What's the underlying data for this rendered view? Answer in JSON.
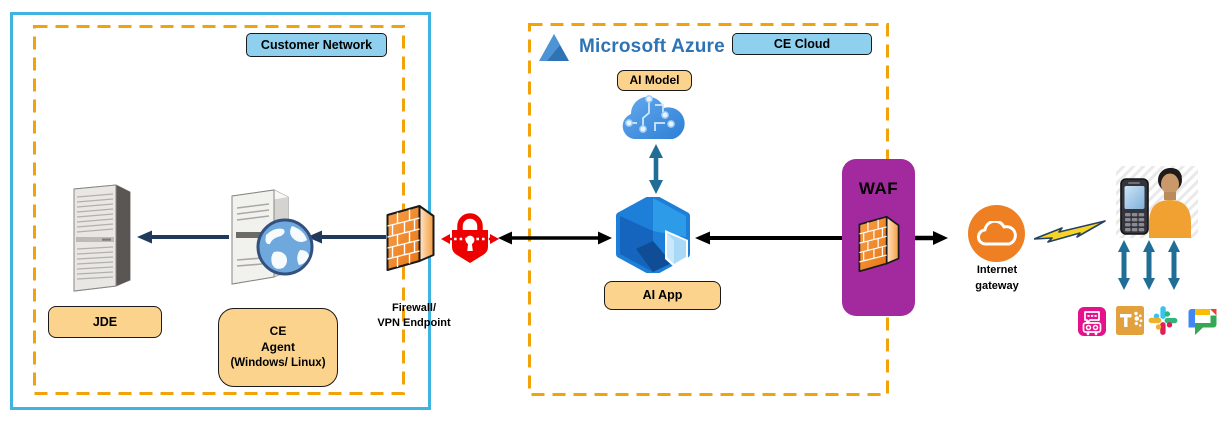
{
  "groups": {
    "customer_network": {
      "label": "Customer Network",
      "border_color": "#3FB4E0",
      "dash_color": "#F2A30A"
    },
    "ce_cloud": {
      "label": "CE Cloud",
      "dash_color": "#F2A30A"
    }
  },
  "nodes": {
    "jde": {
      "label": "JDE"
    },
    "ce_agent": {
      "lines": [
        "CE",
        "Agent",
        "(Windows/ Linux)"
      ]
    },
    "firewall": {
      "lines": [
        "Firewall/",
        "VPN Endpoint"
      ]
    },
    "azure": {
      "label": "Microsoft Azure"
    },
    "ai_model": {
      "label": "AI Model"
    },
    "ai_app": {
      "label": "AI App"
    },
    "waf": {
      "label": "WAF"
    },
    "internet_gateway": {
      "lines": [
        "Internet",
        "gateway"
      ]
    }
  },
  "icons": [
    {
      "name": "jde-server-icon",
      "shape": "gray-server-tower"
    },
    {
      "name": "ce-agent-server-icon",
      "shape": "server-tower-with-globe"
    },
    {
      "name": "firewall-icon",
      "shape": "orange-brick-wall-3d"
    },
    {
      "name": "secure-lock-icon",
      "shape": "red-padlock-with-dashed-arrows"
    },
    {
      "name": "azure-logo-icon",
      "shape": "blue-angular-a"
    },
    {
      "name": "ai-model-cloud-icon",
      "shape": "blue-cloud-with-circuit"
    },
    {
      "name": "ai-app-icon",
      "shape": "blue-hexagon-with-cube"
    },
    {
      "name": "waf-firewall-icon",
      "shape": "orange-brick-wall-3d"
    },
    {
      "name": "internet-gateway-icon",
      "shape": "orange-circle-white-cloud"
    },
    {
      "name": "lightning-icon",
      "shape": "yellow-bolt"
    },
    {
      "name": "mobile-user-icon",
      "shape": "person-with-feature-phone"
    },
    {
      "name": "chatbot-icon",
      "shape": "pink-robot-tile"
    },
    {
      "name": "teams-icon",
      "shape": "orange-t-tile"
    },
    {
      "name": "slack-icon",
      "shape": "slack-pinwheel"
    },
    {
      "name": "google-chat-icon",
      "shape": "google-chat-bubble"
    }
  ],
  "connections": [
    {
      "from": "ce-agent",
      "to": "jde",
      "style": "single-arrow",
      "color": "#1F3A5C"
    },
    {
      "from": "firewall",
      "to": "ce-agent",
      "style": "single-arrow",
      "color": "#1F3A5C"
    },
    {
      "from": "secure-lock",
      "to": "ai-app",
      "style": "double-arrow",
      "color": "#000000"
    },
    {
      "from": "ai-model",
      "to": "ai-app",
      "style": "double-arrow",
      "color": "#206E96"
    },
    {
      "from": "waf",
      "to": "ai-app",
      "style": "single-arrow",
      "color": "#000000"
    },
    {
      "from": "waf",
      "to": "internet-gateway",
      "style": "single-arrow",
      "color": "#000000"
    },
    {
      "from": "internet-gateway",
      "to": "mobile-user",
      "style": "lightning",
      "color": "#F7D427"
    },
    {
      "from": "mobile-user",
      "to": "chat-apps",
      "style": "triple-double-arrow",
      "color": "#206E96"
    }
  ],
  "colors": {
    "label_blue": "#8FD0EE",
    "label_tan": "#FBD38D",
    "waf_purple": "#A2299E",
    "lock_red": "#EE0000",
    "gateway_orange": "#EE7F22",
    "azure_blue": "#2E74B5",
    "arrow_navy": "#1F3A5C",
    "arrow_teal": "#206E96"
  }
}
